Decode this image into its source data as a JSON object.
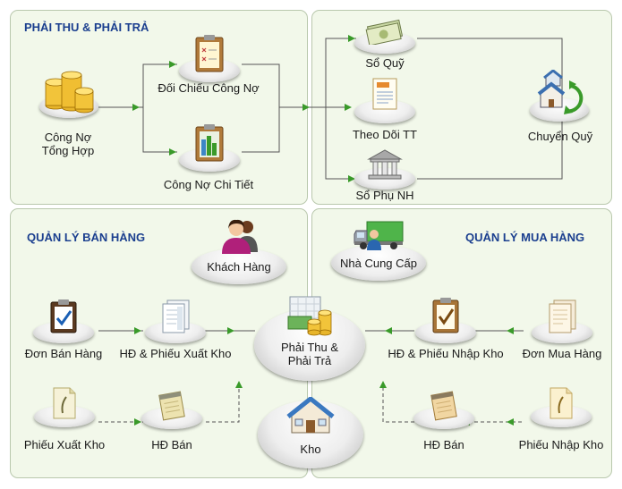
{
  "sections": {
    "receivables": {
      "title": "PHẢI THU & PHẢI TRẢ"
    },
    "sales": {
      "title": "QUẢN LÝ BÁN HÀNG"
    },
    "purchase": {
      "title": "QUẢN LÝ MUA HÀNG"
    }
  },
  "nodes": {
    "cong_no_tong_hop": {
      "label_line1": "Công Nợ",
      "label_line2": "Tổng Hợp",
      "icon": "coins-stack-icon"
    },
    "doi_chieu_cong_no": {
      "label": "Đối Chiếu Công Nợ",
      "icon": "clipboard-icon"
    },
    "cong_no_chi_tiet": {
      "label": "Công Nợ Chi Tiết",
      "icon": "clipboard-chart-icon"
    },
    "so_quy": {
      "label": "Sổ Quỹ",
      "icon": "cash-bills-icon"
    },
    "theo_doi_tt": {
      "label": "Theo Dõi TT",
      "icon": "document-icon"
    },
    "so_phu_nh": {
      "label": "Sổ Phụ NH",
      "icon": "bank-icon"
    },
    "chuyen_quy": {
      "label": "Chuyển Quỹ",
      "icon": "houses-transfer-icon"
    },
    "khach_hang": {
      "label": "Khách Hàng",
      "icon": "customer-icon"
    },
    "nha_cung_cap": {
      "label": "Nhà Cung Cấp",
      "icon": "truck-icon"
    },
    "don_ban_hang": {
      "label": "Đơn Bán Hàng",
      "icon": "checked-clipboard-icon"
    },
    "hd_phieu_xuat_kho": {
      "label": "HĐ & Phiếu Xuất Kho",
      "icon": "documents-icon"
    },
    "phieu_xuat_kho": {
      "label": "Phiếu Xuất Kho",
      "icon": "note-icon"
    },
    "hd_ban_sales": {
      "label": "HĐ Bán",
      "icon": "notepad-icon"
    },
    "phai_thu_phai_tra": {
      "label_line1": "Phải Thu &",
      "label_line2": "Phải Trả",
      "icon": "money-chart-icon"
    },
    "kho": {
      "label": "Kho",
      "icon": "warehouse-house-icon"
    },
    "hd_phieu_nhap_kho": {
      "label": "HĐ & Phiếu Nhập Kho",
      "icon": "checked-clipboard-icon"
    },
    "don_mua_hang": {
      "label": "Đơn Mua Hàng",
      "icon": "documents-icon"
    },
    "hd_ban_purchase": {
      "label": "HĐ Bán",
      "icon": "notepad-icon"
    },
    "phieu_nhap_kho": {
      "label": "Phiếu Nhập Kho",
      "icon": "note-icon"
    }
  },
  "colors": {
    "panel_bg": "#f2f8ea",
    "panel_border": "#b9c8ad",
    "title": "#1b3f8f",
    "arrow": "#3a9a2a",
    "connector": "#555555"
  }
}
